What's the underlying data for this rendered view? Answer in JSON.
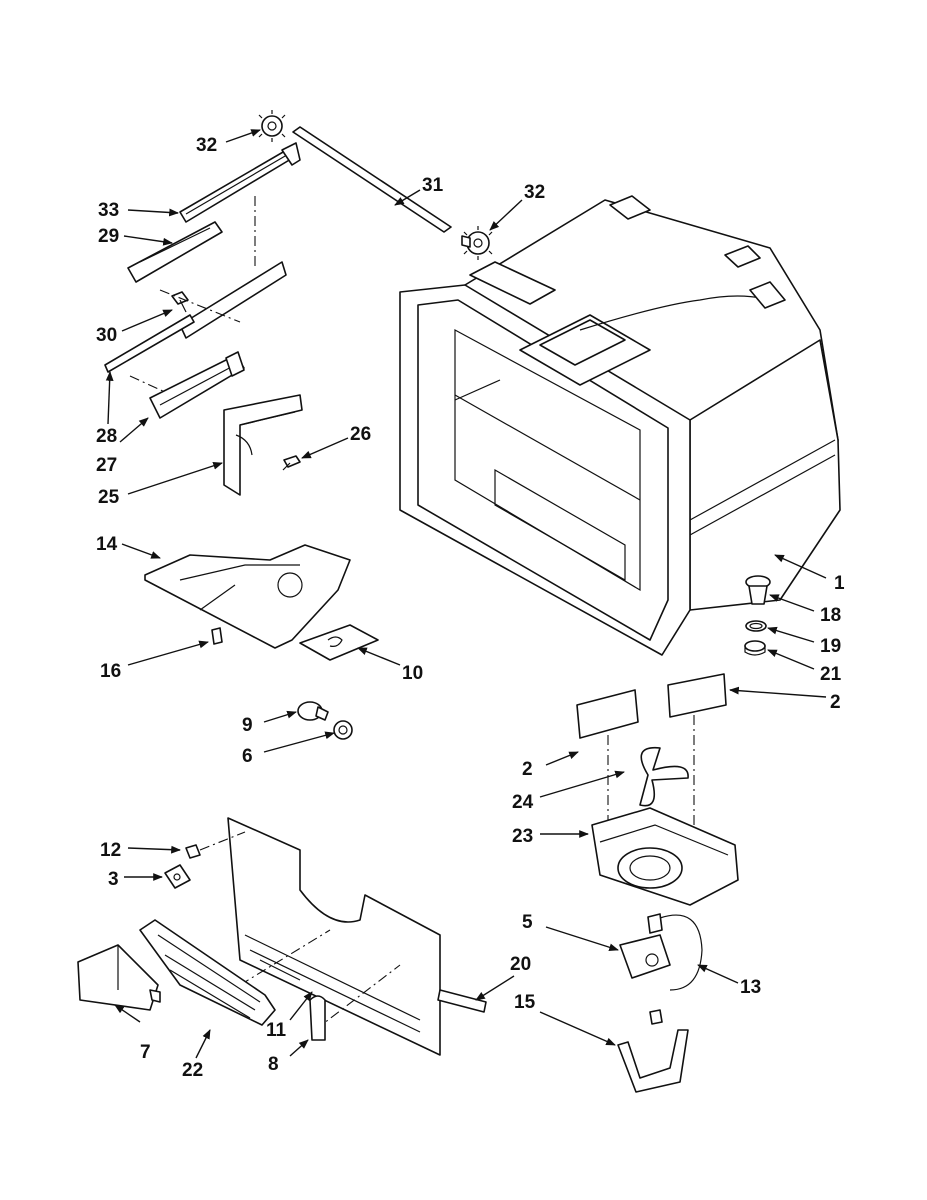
{
  "callouts": [
    {
      "id": "1",
      "text": "1"
    },
    {
      "id": "2a",
      "text": "2"
    },
    {
      "id": "2b",
      "text": "2"
    },
    {
      "id": "3",
      "text": "3"
    },
    {
      "id": "5",
      "text": "5"
    },
    {
      "id": "6",
      "text": "6"
    },
    {
      "id": "7",
      "text": "7"
    },
    {
      "id": "8",
      "text": "8"
    },
    {
      "id": "9",
      "text": "9"
    },
    {
      "id": "10",
      "text": "10"
    },
    {
      "id": "11",
      "text": "11"
    },
    {
      "id": "12",
      "text": "12"
    },
    {
      "id": "13",
      "text": "13"
    },
    {
      "id": "14",
      "text": "14"
    },
    {
      "id": "15",
      "text": "15"
    },
    {
      "id": "16",
      "text": "16"
    },
    {
      "id": "18",
      "text": "18"
    },
    {
      "id": "19",
      "text": "19"
    },
    {
      "id": "20",
      "text": "20"
    },
    {
      "id": "21",
      "text": "21"
    },
    {
      "id": "22",
      "text": "22"
    },
    {
      "id": "23",
      "text": "23"
    },
    {
      "id": "24",
      "text": "24"
    },
    {
      "id": "25",
      "text": "25"
    },
    {
      "id": "26",
      "text": "26"
    },
    {
      "id": "27",
      "text": "27"
    },
    {
      "id": "28",
      "text": "28"
    },
    {
      "id": "29",
      "text": "29"
    },
    {
      "id": "30",
      "text": "30"
    },
    {
      "id": "31",
      "text": "31"
    },
    {
      "id": "32a",
      "text": "32"
    },
    {
      "id": "32b",
      "text": "32"
    },
    {
      "id": "33",
      "text": "33"
    }
  ]
}
